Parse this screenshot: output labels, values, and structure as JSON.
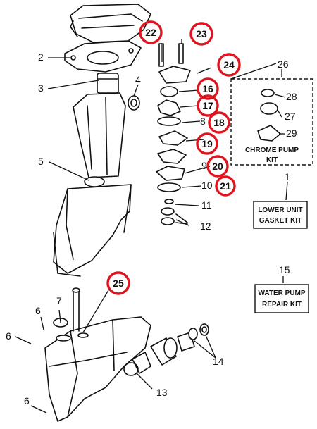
{
  "callouts": [
    "1",
    "2",
    "3",
    "4",
    "5",
    "6",
    "6",
    "6",
    "7",
    "8",
    "9",
    "10",
    "11",
    "12",
    "13",
    "14",
    "15",
    "26",
    "27",
    "28",
    "29"
  ],
  "circled_callouts": [
    "16",
    "17",
    "18",
    "19",
    "20",
    "21",
    "22",
    "23",
    "24",
    "25"
  ],
  "kits": {
    "chrome_pump": {
      "line1": "CHROME PUMP",
      "line2": "KIT"
    },
    "lower_unit_gasket": {
      "line1": "LOWER UNIT",
      "line2": "GASKET KIT"
    },
    "water_pump_repair": {
      "line1": "WATER PUMP",
      "line2": "REPAIR KIT"
    }
  },
  "colors": {
    "ink": "#111111",
    "highlight_ring": "#e0141e",
    "paper": "#ffffff"
  }
}
